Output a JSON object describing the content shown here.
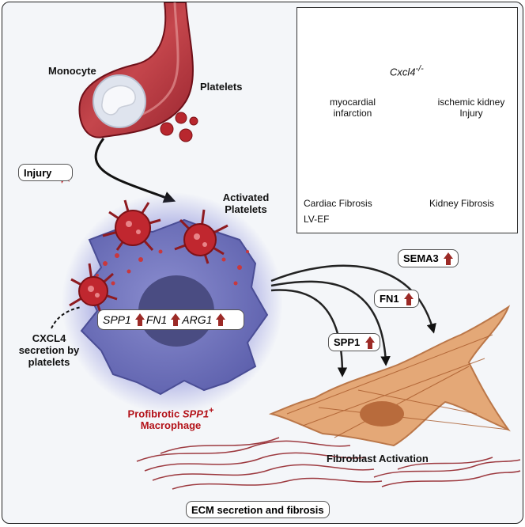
{
  "labels": {
    "monocyte": "Monocyte",
    "platelets": "Platelets",
    "injury": "Injury",
    "activated_line1": "Activated",
    "activated_line2": "Platelets",
    "cxcl4_line1": "CXCL4",
    "cxcl4_line2": "secretion by",
    "cxcl4_line3": "platelets",
    "macrophage_prefix": "Profibrotic ",
    "macrophage_gene": "SPP1",
    "macrophage_sup": "+",
    "macrophage_line2": "Macrophage",
    "fibroblast": "Fibroblast Activation",
    "ecm": "ECM secretion and fibrosis"
  },
  "genes": [
    "SPP1",
    "FN1",
    "ARG1"
  ],
  "factors": [
    "SEMA3",
    "FN1",
    "SPP1"
  ],
  "inset": {
    "mouse_gene": "Cxcl4",
    "mouse_sup": "-/-",
    "branch_left_line1": "myocardial",
    "branch_left_line2": "infarction",
    "branch_right_line1": "ischemic kidney",
    "branch_right_line2": "Injury",
    "cardiac_fibrosis": "Cardiac Fibrosis",
    "lv_ef": "LV-EF",
    "kidney_fibrosis": "Kidney Fibrosis"
  },
  "colors": {
    "up_arrow": "#9c2a26",
    "green_arrow": "#6fa83c",
    "vessel": "#a8323a",
    "macrophage": "#5a5ea8",
    "platelet": "#b8272e",
    "fibroblast": "#d9905a",
    "label_red": "#b31219"
  },
  "icons": [
    "mouse-icon",
    "heart-icon",
    "kidney-icon",
    "injury-star-icon",
    "up-arrow-icon",
    "down-arrow-icon"
  ]
}
